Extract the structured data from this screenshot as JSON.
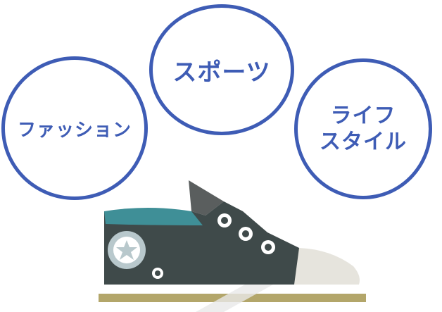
{
  "categories": {
    "fashion": "ファッション",
    "sports": "スポーツ",
    "lifestyle": {
      "line1": "ライフ",
      "line2": "スタイル"
    }
  },
  "colors": {
    "accent": "#3e5cb5",
    "shoe_body": "#3f4a4a",
    "shoe_lining": "#3f8f97",
    "toe_cap": "#e6e4dd",
    "sole_stripe": "#b3a66a"
  },
  "icons": {
    "shoe": "sneaker-illustration",
    "badge": "star-icon"
  }
}
